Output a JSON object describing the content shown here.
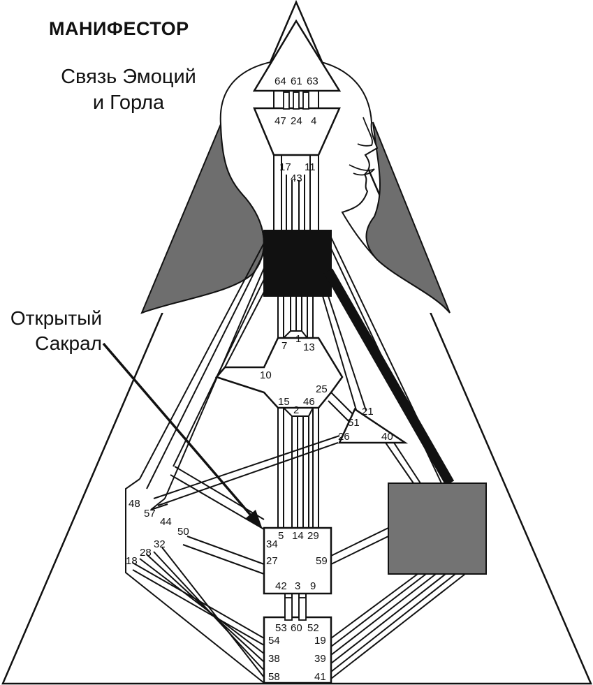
{
  "title": "МАНИФЕСТОР",
  "subtitle_line1": "Связь Эмоций",
  "subtitle_line2": "и Горла",
  "callout_line1": "Открытый",
  "callout_line2": "Сакрал",
  "colors": {
    "outline": "#111111",
    "shadow": "#6e6e6e",
    "throat_defined": "#111111",
    "solar_plexus_defined": "#737373",
    "background": "#ffffff"
  },
  "gates": {
    "head": [
      "64",
      "61",
      "63"
    ],
    "ajna_top": [
      "47",
      "24",
      "4"
    ],
    "ajna_bottom": [
      "17",
      "43",
      "11"
    ],
    "g_top": [
      "7",
      "1",
      "13"
    ],
    "g_left": "10",
    "g_right": "25",
    "g_bottom": [
      "15",
      "2",
      "46"
    ],
    "ego": [
      "21",
      "51",
      "26",
      "40"
    ],
    "spleen": [
      "48",
      "57",
      "44",
      "50",
      "32",
      "28",
      "18"
    ],
    "sacral_top": [
      "5",
      "14",
      "29"
    ],
    "sacral_side": [
      "34",
      "27",
      "59"
    ],
    "sacral_bottom": [
      "42",
      "3",
      "9"
    ],
    "root_top": [
      "53",
      "60",
      "52"
    ],
    "root_left": [
      "54",
      "38",
      "58"
    ],
    "root_right": [
      "19",
      "39",
      "41"
    ]
  }
}
